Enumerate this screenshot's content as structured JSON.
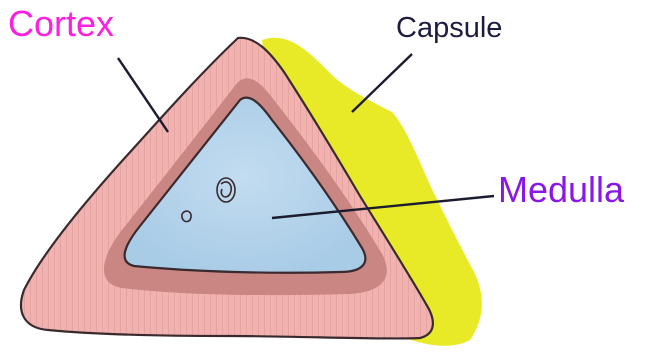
{
  "labels": {
    "cortex": {
      "text": "Cortex",
      "color": "#ff1fe0"
    },
    "capsule": {
      "text": "Capsule",
      "color": "#1c1c40"
    },
    "medulla": {
      "text": "Medulla",
      "color": "#8a17e8"
    }
  },
  "colors": {
    "capsule_fill": "#e8ea28",
    "cortex_fill": "#f2b3b0",
    "cortex_stripe": "#c98682",
    "medulla_fill": "#a8cbe6",
    "outline": "#3a2a2e",
    "leader": "#1c1c30"
  }
}
